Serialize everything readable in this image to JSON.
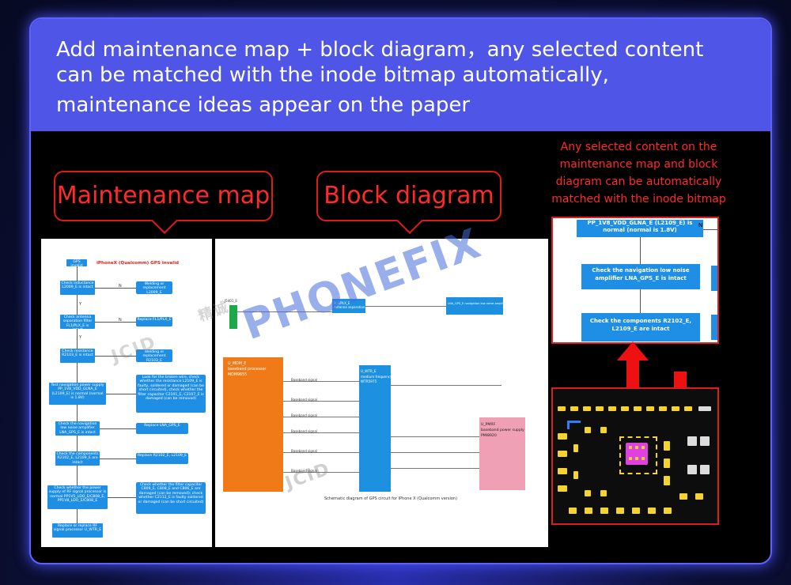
{
  "header": {
    "line1": "Add maintenance map + block diagram，any selected content",
    "line2": "can be matched with the inode bitmap automatically,",
    "line3": "maintenance ideas appear on the paper"
  },
  "callouts": {
    "maintenance_map": "Maintenance map",
    "block_diagram": "Block diagram"
  },
  "note": "Any selected content on the maintenance map and block diagram can be automatically matched with the inode bitmap",
  "watermark": {
    "brand": "PHONEFIX",
    "mark_a": "JCID",
    "mark_b": "精诚"
  },
  "maintenance_map": {
    "title": "iPhoneX (Qualcomm) GPS invalid",
    "start": "GPS invalid",
    "yes": "Y",
    "no": "N",
    "checks": [
      "Check inductance L2009_E is intact",
      "Check antenna separation filter FL1/PLX_E is intact",
      "Check resistance R2103_E is intact",
      "Test navigation power supply PP_1V8_VDD_GLNA_E (L2109_E) is normal (normal is 1.8V)",
      "Check the navigation low noise amplifier LNA_GPS_E is intact",
      "Check the components R2102_E, L2109_E are intact",
      "Check whether the power supply of RF signal processor is normal PP1V5_LDO_E/C808_E, PP1V8_LDO_E/C808_E"
    ],
    "actions": [
      "Welding or replacement L2009_E",
      "Replace FL1/PLX_E",
      "Welding or replacement R2103_E",
      "Look for the broken wire, check whether the resistance L2109_E is faulty, soldered or damaged (can be short circuited), check whether the filter capacitor C2101_E, C2107_E is damaged (can be removed)",
      "Replace LNA_GPS_E",
      "Replace R2102_E, L2109_E",
      "Check whether the filter capacitor C809_E, C808_E and C806_E are damaged (can be removed); check whether C2112_E is faulty soldered or damaged (can be short circuited)"
    ],
    "final": "Replace or replace RF signal processor U_WTR_E"
  },
  "block_diagram": {
    "j_label": "J5401_E",
    "filter_label": "FL1/PLX_E\nAntenna separation filter",
    "lna_label": "LNA_GPS_E navigation low noise amplifier",
    "baseband": "U_MDM_E\nbaseband processor\nMDM9655",
    "rf": "U_WTR_E\nmedium frequency IC\nWTR5975",
    "pmu": "U_PMRF\nbaseband power supply\nPMI8920",
    "caption": "Schematic diagram of GPS circuit for iPhone X (Qualcomm version)",
    "signals": [
      "Baseband signal",
      "Baseband signal",
      "Baseband signal",
      "Baseband signal",
      "Baseband signal",
      "Baseband signal"
    ],
    "colors": {
      "baseband": "#f07a17",
      "rf": "#1e90e0",
      "pmu": "#f0a0b4",
      "green": "#1fa84a"
    }
  },
  "zoom": {
    "box1": "PP_1V8_VDD_GLNA_E (L2109_E) is normal (normal is 1.8V)",
    "box2": "Check the navigation low noise amplifier LNA_GPS_E is intact",
    "box3": "Check the components R2102_E, L2109_E are intact",
    "n_label": "N"
  },
  "colors": {
    "accent": "#4f55e6",
    "red": "#e01b1b",
    "flow": "#1f8fe6",
    "pad": "#f4d230",
    "chip": "#e040e0"
  }
}
